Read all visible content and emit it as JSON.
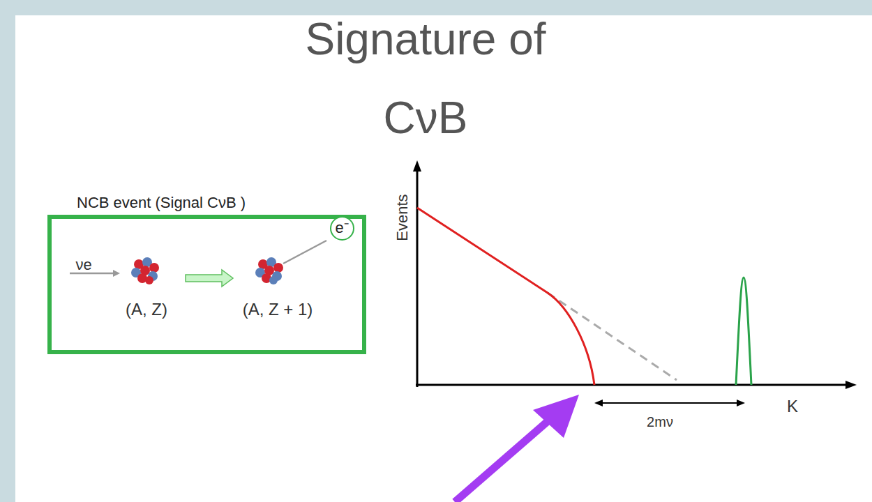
{
  "diagram": {
    "title": "Signature of CνB",
    "nodes": [
      {
        "text": [
          "NCB event (Signal CνB )"
        ]
      },
      {
        "text": [
          "e⁻"
        ],
        "in": 0
      }
    ],
    "labels": [
      "νe",
      "(A, Z)",
      "(A, Z + 1)",
      "Events",
      "K",
      "2mν"
    ]
  }
}
